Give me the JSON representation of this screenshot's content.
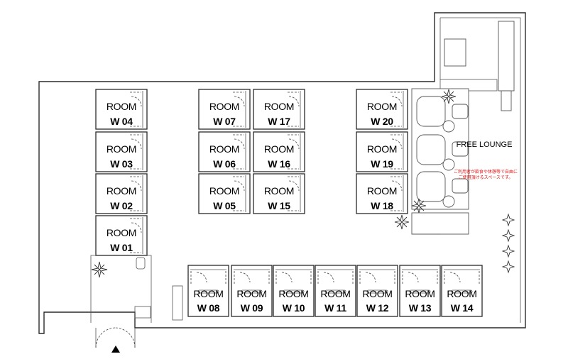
{
  "rooms": [
    {
      "label": "ROOM",
      "id": "W 04"
    },
    {
      "label": "ROOM",
      "id": "W 03"
    },
    {
      "label": "ROOM",
      "id": "W 02"
    },
    {
      "label": "ROOM",
      "id": "W 01"
    },
    {
      "label": "ROOM",
      "id": "W 07"
    },
    {
      "label": "ROOM",
      "id": "W 06"
    },
    {
      "label": "ROOM",
      "id": "W 05"
    },
    {
      "label": "ROOM",
      "id": "W 17"
    },
    {
      "label": "ROOM",
      "id": "W 16"
    },
    {
      "label": "ROOM",
      "id": "W 15"
    },
    {
      "label": "ROOM",
      "id": "W 20"
    },
    {
      "label": "ROOM",
      "id": "W 19"
    },
    {
      "label": "ROOM",
      "id": "W 18"
    },
    {
      "label": "ROOM",
      "id": "W 08"
    },
    {
      "label": "ROOM",
      "id": "W 09"
    },
    {
      "label": "ROOM",
      "id": "W 10"
    },
    {
      "label": "ROOM",
      "id": "W 11"
    },
    {
      "label": "ROOM",
      "id": "W 12"
    },
    {
      "label": "ROOM",
      "id": "W 13"
    },
    {
      "label": "ROOM",
      "id": "W 14"
    }
  ],
  "lounge": {
    "title": "FREE LOUNGE",
    "note_line1": "ご利用者が飲食や休憩等で自由に",
    "note_line2": "ご使用頂けるスペースです。"
  },
  "colors": {
    "wall": "#2a2a2a",
    "note": "#e01010"
  },
  "icons": [
    "entrance-arrow-icon",
    "plant-icon",
    "door-swing-icon"
  ]
}
